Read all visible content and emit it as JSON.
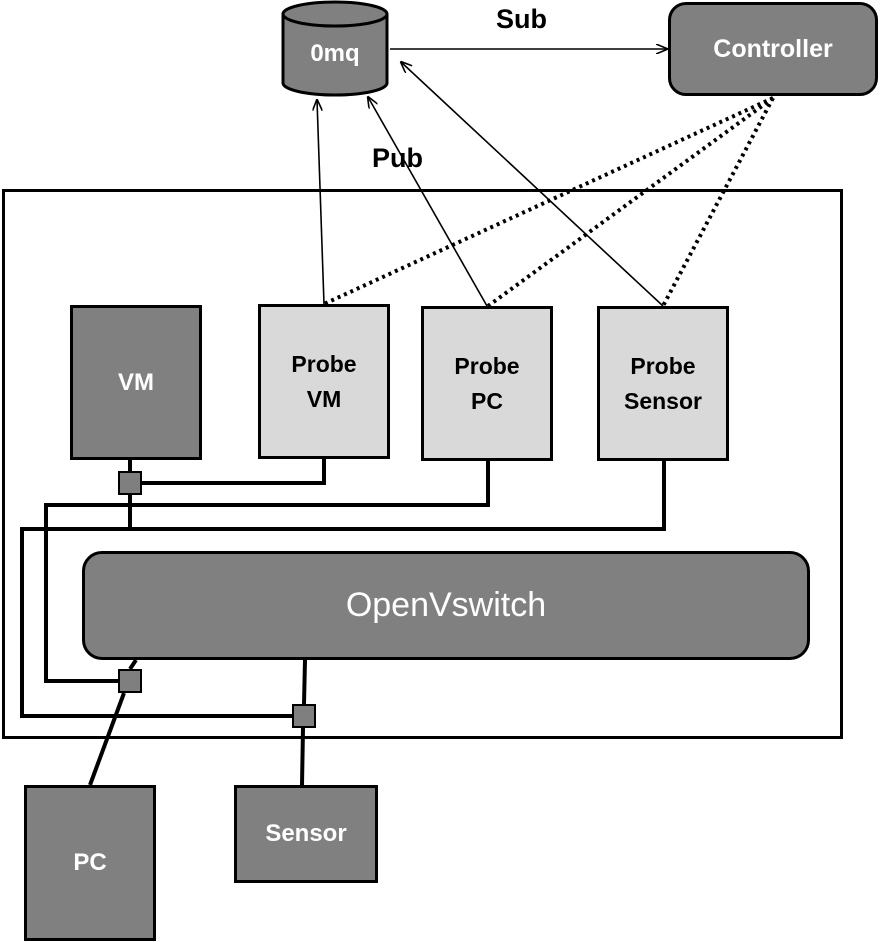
{
  "nodes": {
    "db": "0mq",
    "controller": "Controller",
    "vm": "VM",
    "probe_vm": "Probe\nVM",
    "probe_pc": "Probe\nPC",
    "probe_sensor": "Probe\nSensor",
    "openvswitch": "OpenVswitch",
    "pc": "PC",
    "sensor": "Sensor"
  },
  "edge_labels": {
    "sub": "Sub",
    "pub": "Pub"
  },
  "colors": {
    "dark_fill": "#808080",
    "light_fill": "#d9d9d9",
    "stroke": "#000000"
  }
}
